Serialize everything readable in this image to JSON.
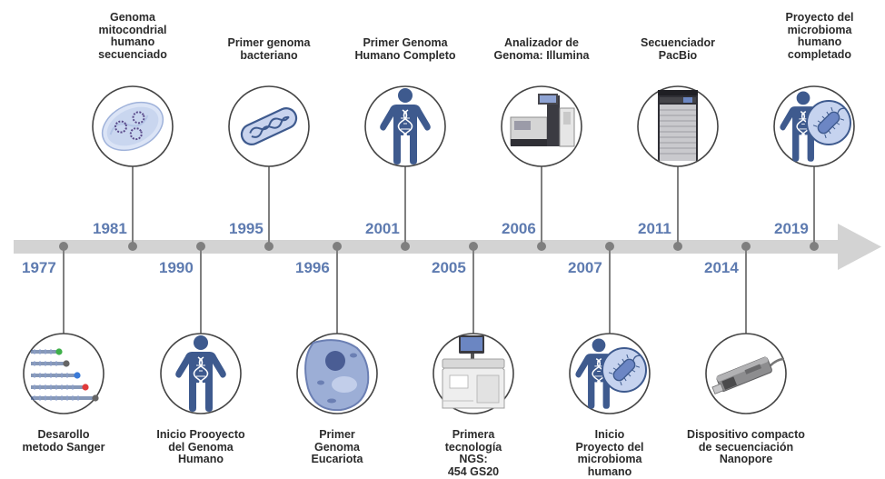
{
  "timeline": {
    "events": [
      {
        "year": "1977",
        "label": "Desarollo\nmetodo Sanger"
      },
      {
        "year": "1981",
        "label": "Genoma\nmitocondrial\nhumano\nsecuenciado"
      },
      {
        "year": "1990",
        "label": "Inicio Prooyecto\ndel Genoma\nHumano"
      },
      {
        "year": "1995",
        "label": "Primer genoma\nbacteriano"
      },
      {
        "year": "1996",
        "label": "Primer\nGenoma\nEucariota"
      },
      {
        "year": "2001",
        "label": "Primer Genoma\nHumano Completo"
      },
      {
        "year": "2005",
        "label": "Primera\ntecnología\nNGS:\n454 GS20"
      },
      {
        "year": "2006",
        "label": "Analizador de\nGenoma: Illumina"
      },
      {
        "year": "2007",
        "label": "Inicio\nProyecto del\nmicrobioma\nhumano"
      },
      {
        "year": "2011",
        "label": "Secuenciador\nPacBio"
      },
      {
        "year": "2014",
        "label": "Dispositivo compacto\nde secuenciación\nNanopore"
      },
      {
        "year": "2019",
        "label": "Proyecto del\nmicrobioma\nhumano\ncompletado"
      }
    ]
  },
  "icons": {
    "1977": "sanger-sequencing-icon",
    "1981": "mitochondrion-icon",
    "1990": "human-dna-icon",
    "1995": "bacterium-icon",
    "1996": "eukaryotic-cell-icon",
    "2001": "human-dna-icon",
    "2005": "ngs-454-sequencer-icon",
    "2006": "illumina-analyzer-icon",
    "2007": "human-microbiome-icon",
    "2011": "pacbio-sequencer-icon",
    "2014": "nanopore-device-icon",
    "2019": "human-microbiome-icon"
  },
  "colors": {
    "arrow": "#d3d3d3",
    "dot": "#7f7f7f",
    "year_text": "#5e7bb0",
    "circle_stroke": "#444444",
    "figure_blue": "#3e5a8e"
  }
}
